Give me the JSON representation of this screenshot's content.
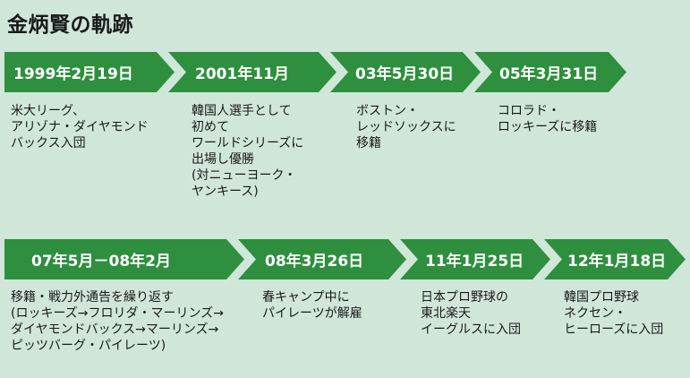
{
  "title": "金炳賢の軌跡",
  "rows": [
    {
      "events": [
        {
          "date": "1999年2月19日",
          "text": "米大リーグ、\nアリゾナ・ダイヤモンド\nバックス入団"
        },
        {
          "date": "2001年11月",
          "text": "韓国人選手として\n初めて\nワールドシリーズに\n出場し優勝\n(対ニューヨーク・\nヤンキース)"
        },
        {
          "date": "03年5月30日",
          "text": "ボストン・\nレッドソックスに\n移籍"
        },
        {
          "date": "05年3月31日",
          "text": "コロラド・\nロッキーズに移籍"
        }
      ]
    },
    {
      "events": [
        {
          "date": "07年5月－08年2月",
          "text": "移籍・戦力外通告を繰り返す\n(ロッキーズ→フロリダ・マーリンズ→\nダイヤモンドバックス→マーリンズ→\nピッツバーグ・パイレーツ)"
        },
        {
          "date": "08年3月26日",
          "text": "春キャンプ中に\nパイレーツが解雇"
        },
        {
          "date": "11年1月25日",
          "text": "日本プロ野球の\n東北楽天\nイーグルスに入団"
        },
        {
          "date": "12年1月18日",
          "text": "韓国プロ野球\nネクセン・\nヒーローズに入団"
        }
      ]
    }
  ],
  "colors": {
    "arrow": "#2e8f3f",
    "background": "#cfe6d9",
    "arrow_text": "#ffffff"
  }
}
